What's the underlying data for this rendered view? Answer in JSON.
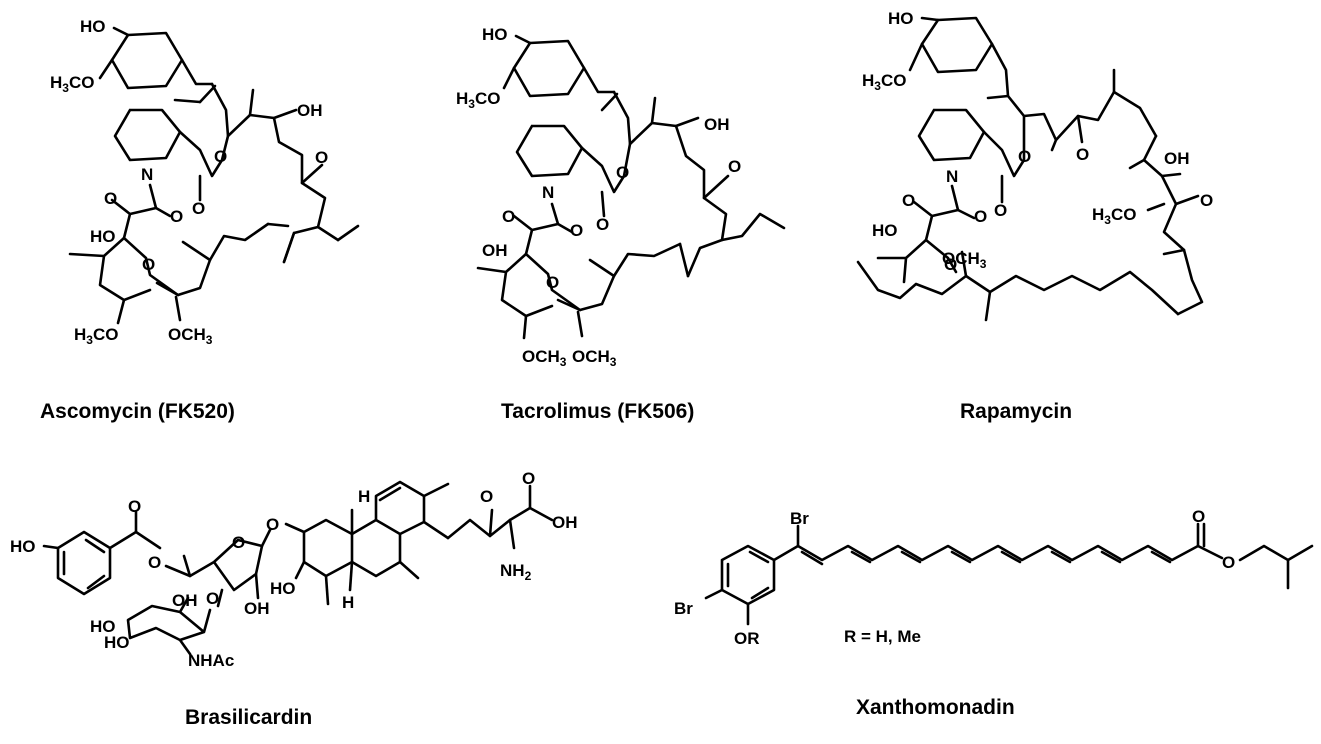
{
  "captions": {
    "ascomycin": "Ascomycin (FK520)",
    "tacrolimus": "Tacrolimus (FK506)",
    "rapamycin": "Rapamycin",
    "brasilicardin": "Brasilicardin",
    "xanthomonadin": "Xanthomonadin"
  },
  "xanthomonadin_note": "R = H, Me",
  "atom_labels": {
    "ho": "HO",
    "oh": "OH",
    "o": "O",
    "n": "N",
    "br": "Br",
    "h": "H",
    "or": "OR",
    "nhac": "NHAc",
    "nh": "NH",
    "two": "2",
    "h3co_h3c": "H",
    "three": "3",
    "co": "CO",
    "och": "OCH"
  }
}
